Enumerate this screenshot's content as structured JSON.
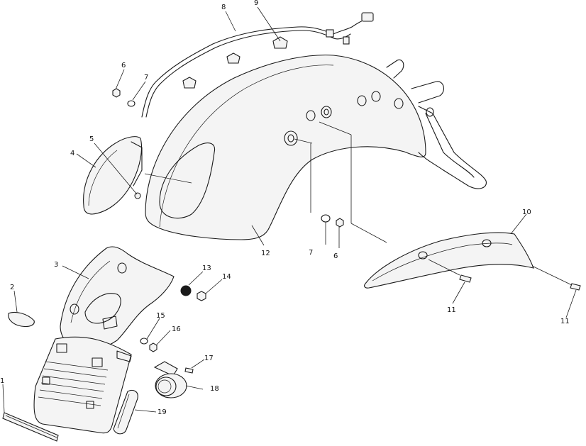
{
  "callouts": {
    "c1": "1",
    "c2": "2",
    "c3": "3",
    "c4": "4",
    "c5": "5",
    "c6a": "6",
    "c6b": "6",
    "c7a": "7",
    "c7b": "7",
    "c8": "8",
    "c9": "9",
    "c10": "10",
    "c11a": "11",
    "c11b": "11",
    "c12": "12",
    "c13": "13",
    "c14": "14",
    "c15": "15",
    "c16": "16",
    "c17": "17",
    "c18": "18",
    "c19": "19"
  }
}
